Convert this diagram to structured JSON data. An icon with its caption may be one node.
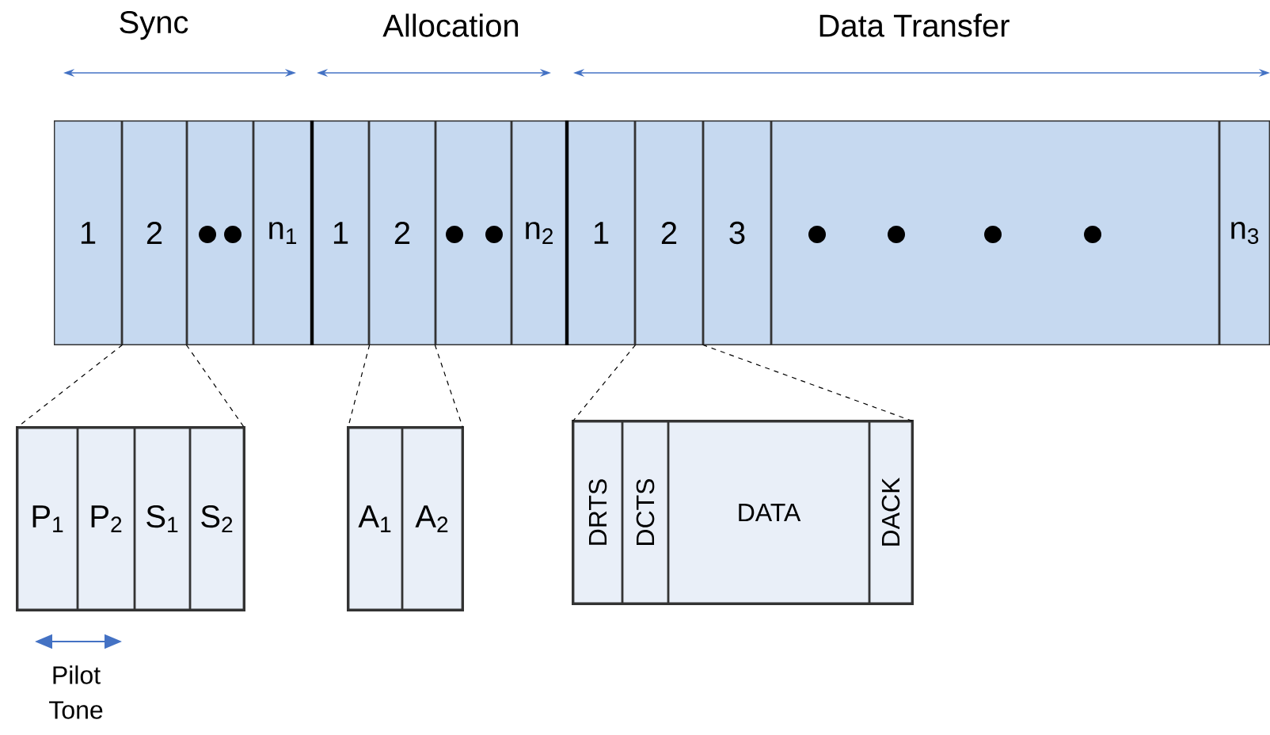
{
  "diagram": {
    "nodes": [
      {
        "text": [
          "1"
        ]
      },
      {
        "text": [
          "2"
        ]
      },
      {
        "text": [],
        "shape": "box"
      },
      {
        "text": [
          "n$_{1}$"
        ]
      },
      {
        "text": [
          "1"
        ]
      },
      {
        "text": [
          "2"
        ]
      },
      {
        "text": [],
        "shape": "box"
      },
      {
        "text": [
          "n$_{2}$"
        ]
      },
      {
        "text": [
          "1"
        ]
      },
      {
        "text": [
          "2"
        ]
      },
      {
        "text": [
          "3"
        ]
      },
      {
        "text": [],
        "shape": "box"
      },
      {
        "text": [
          "n$_{3}$"
        ]
      },
      {
        "text": [],
        "shape": "box"
      },
      {
        "text": [
          "P$_{1}$"
        ],
        "in": 13
      },
      {
        "text": [
          "P$_{2}$"
        ],
        "in": 13
      },
      {
        "text": [
          "S$_{1}$"
        ],
        "in": 13
      },
      {
        "text": [
          "S$_{2}$"
        ],
        "in": 13
      },
      {
        "text": [],
        "shape": "box"
      },
      {
        "text": [
          "A$_{1}$"
        ],
        "in": 18
      },
      {
        "text": [
          "A$_{2}$"
        ],
        "in": 18
      },
      {
        "text": [],
        "shape": "box"
      },
      {
        "text": [
          "DRTS"
        ],
        "in": 21
      },
      {
        "text": [
          "DCTS"
        ],
        "in": 21
      },
      {
        "text": [
          "DATA"
        ],
        "in": 21
      },
      {
        "text": [
          "DACK"
        ],
        "in": 21
      }
    ],
    "edges": [
      {
        "from": 1,
        "to": 13,
        "arrow": "none",
        "style": "dashed"
      },
      {
        "from": 1,
        "to": 13,
        "arrow": "none",
        "style": "dashed"
      },
      {
        "from": 5,
        "to": 18,
        "arrow": "none",
        "style": "dashed"
      },
      {
        "from": 5,
        "to": 18,
        "arrow": "none",
        "style": "dashed"
      },
      {
        "from": 9,
        "to": 21,
        "arrow": "none",
        "style": "dashed"
      },
      {
        "from": 9,
        "to": 21,
        "arrow": "none",
        "style": "dashed"
      }
    ],
    "labels": [
      "Sync",
      "Allocation",
      "Data Transfer",
      "Pilot Tone"
    ]
  }
}
